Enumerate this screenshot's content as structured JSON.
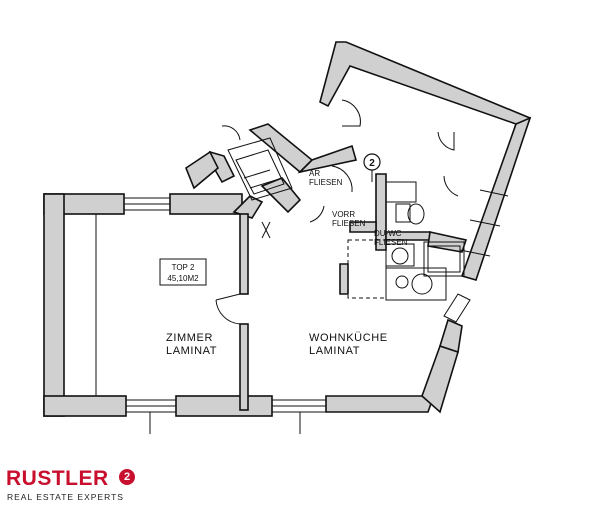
{
  "plan": {
    "unit_box": {
      "line1": "TOP 2",
      "line2": "45,10M2"
    },
    "rooms": {
      "zimmer": {
        "name": "ZIMMER",
        "floor": "LAMINAT"
      },
      "wohnkueche": {
        "name": "WOHNKÜCHE",
        "floor": "LAMINAT"
      },
      "ar": {
        "name": "AR",
        "floor": "FLIESEN"
      },
      "vorr": {
        "name": "VORR",
        "floor": "FLIESEN"
      },
      "duwc": {
        "name": "DU-WC",
        "floor": "FLIESEN"
      }
    },
    "entrance_marker": "2"
  },
  "logo": {
    "word": "RUSTLER",
    "badge": "2",
    "tagline": "REAL ESTATE EXPERTS",
    "brand_color": "#c8102e"
  }
}
